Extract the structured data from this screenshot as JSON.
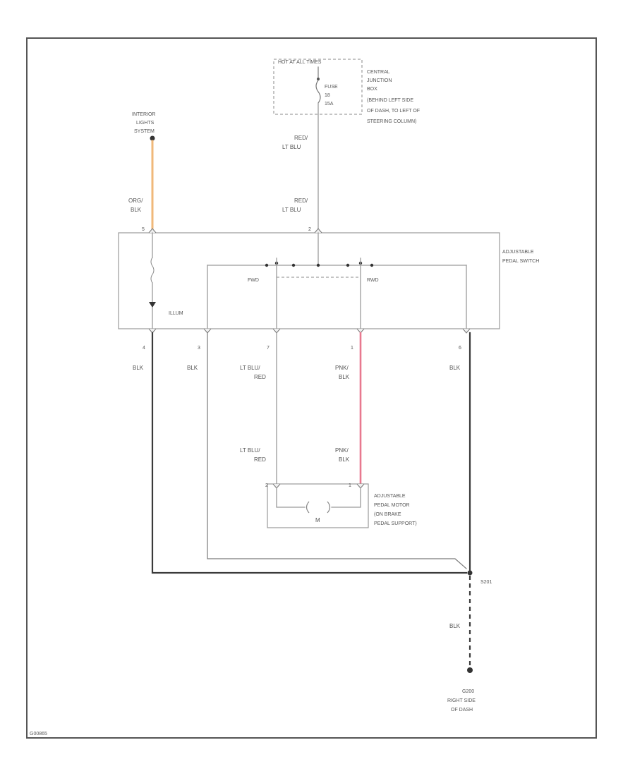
{
  "colors": {
    "org_blk_wire": "#f0b87a",
    "pnk_blk_wire": "#e8798f",
    "blk_wire": "#3a3a3a",
    "gray_wire": "#9a9a9a"
  },
  "power_source": {
    "header": "HOT AT ALL TIMES",
    "fuse_line1": "FUSE",
    "fuse_line2": "18",
    "fuse_line3": "15A",
    "box_line1": "CENTRAL",
    "box_line2": "JUNCTION",
    "box_line3": "BOX",
    "box_line4": "(BEHIND LEFT SIDE",
    "box_line5": "OF DASH, TO LEFT OF",
    "box_line6": "STEERING COLUMN)"
  },
  "interior_lights": {
    "line1": "INTERIOR",
    "line2": "LIGHTS",
    "line3": "SYSTEM"
  },
  "wires": {
    "org_blk_1": "ORG/",
    "org_blk_2": "BLK",
    "red_ltblu_top_1": "RED/",
    "red_ltblu_top_2": "LT BLU",
    "red_ltblu_mid_1": "RED/",
    "red_ltblu_mid_2": "LT BLU",
    "pin4_color": "BLK",
    "pin3_color": "BLK",
    "pin7_color_1": "LT BLU/",
    "pin7_color_2": "RED",
    "pin1_color_1": "PNK/",
    "pin1_color_2": "BLK",
    "pin6_color": "BLK",
    "motor_ltblu_1": "LT BLU/",
    "motor_ltblu_2": "RED",
    "motor_pnk_1": "PNK/",
    "motor_pnk_2": "BLK",
    "ground_color": "BLK"
  },
  "switch": {
    "title_1": "ADJUSTABLE",
    "title_2": "PEDAL SWITCH",
    "fwd": "FWD",
    "rwd": "RWD",
    "illum": "ILLUM",
    "pin_top_left": "5",
    "pin_top_right": "2",
    "pin_a": "4",
    "pin_b": "3",
    "pin_c": "7",
    "pin_d": "1",
    "pin_e": "6"
  },
  "motor": {
    "title_1": "ADJUSTABLE",
    "title_2": "PEDAL MOTOR",
    "title_3": "(ON BRAKE",
    "title_4": "PEDAL SUPPORT)",
    "symbol": "M",
    "pin_left": "2",
    "pin_right": "1"
  },
  "ground": {
    "splice": "S201",
    "point_1": "G200",
    "point_2": "RIGHT SIDE",
    "point_3": "OF DASH"
  },
  "figure_id": "G00865"
}
